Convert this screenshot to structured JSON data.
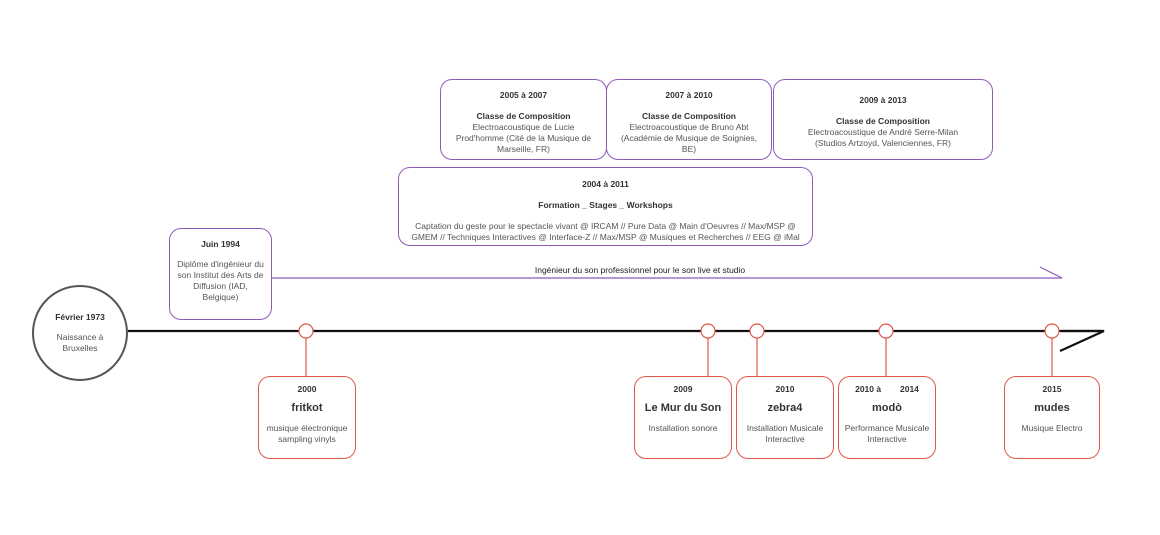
{
  "start": {
    "date": "Février 1973",
    "text": "Naissance à Bruxelles"
  },
  "career_line": "Ingénieur du son professionnel pour le son live et studio",
  "purple_boxes": {
    "b1994": {
      "date": "Juin 1994",
      "text": "Diplôme d'ingénieur du son Institut des Arts de Diffusion (IAD, Belgique)"
    },
    "b2004": {
      "date": "2004 à 2011",
      "title": "Formation _ Stages _ Workshops",
      "text": "Captation du geste pour le spectacle vivant @ IRCAM // Pure Data @ Main d'Oeuvres // Max/MSP @ GMEM // Techniques Interactives @ Interface-Z // Max/MSP @ Musiques et Recherches // EEG @ iMal"
    },
    "b2005": {
      "date": "2005 à 2007",
      "title": "Classe de Composition",
      "text": "Electroacoustique de Lucie Prod'homme (Cité de la Musique de Marseille, FR)"
    },
    "b2007": {
      "date": "2007 à 2010",
      "title": "Classe de Composition",
      "text": "Electroacoustique de Bruno Abt (Académie de Musique de Soignies, BE)"
    },
    "b2009": {
      "date": "2009 à 2013",
      "title": "Classe de Composition",
      "text": "Electroacoustique de André Serre-Milan (Studios Artzoyd, Valenciennes, FR)"
    }
  },
  "red_boxes": {
    "r2000": {
      "date": "2000",
      "title": "fritkot",
      "text": "musique électronique sampling vinyls"
    },
    "r2009": {
      "date": "2009",
      "title": "Le Mur du Son",
      "text": "Installation sonore"
    },
    "r2010": {
      "date": "2010",
      "title": "zebra4",
      "text": "Installation Musicale Interactive"
    },
    "r2014": {
      "date": "2010 à        2014",
      "title": "modò",
      "text": "Performance Musicale Interactive"
    },
    "r2015": {
      "date": "2015",
      "title": "mudes",
      "text": "Musique Electro"
    }
  },
  "colors": {
    "purple": "#8e5bb8",
    "red": "#e0574a",
    "timeline": "#111111"
  }
}
